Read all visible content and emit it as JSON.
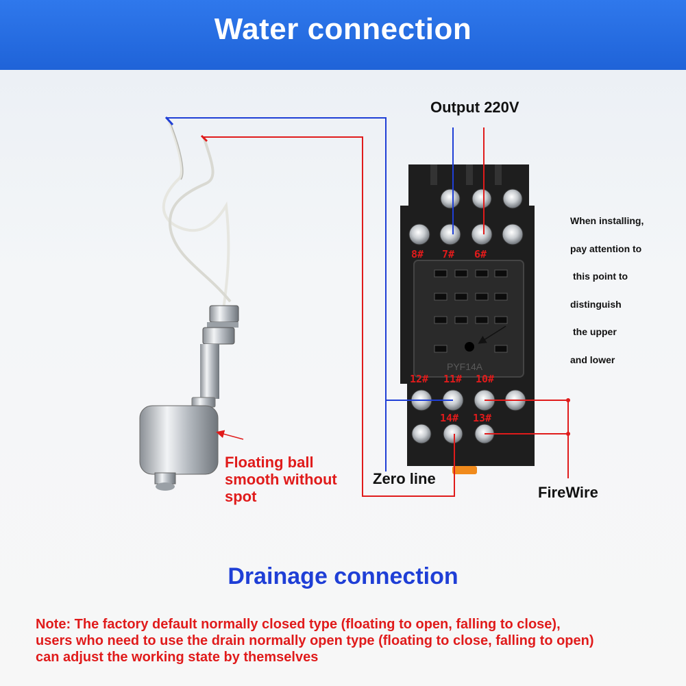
{
  "header": {
    "title": "Water connection"
  },
  "labels": {
    "output": "Output 220V",
    "zero_line": "Zero line",
    "firewire": "FireWire",
    "floating_ball": [
      "Floating ball",
      "smooth without",
      "spot"
    ]
  },
  "install_note": [
    "When installing,",
    "pay attention to",
    "this point to",
    "distinguish",
    "the upper",
    "and lower"
  ],
  "terminals": {
    "t8": "8#",
    "t7": "7#",
    "t6": "6#",
    "t12": "12#",
    "t11": "11#",
    "t10": "10#",
    "t14": "14#",
    "t13": "13#"
  },
  "socket_marking": "PYF14A",
  "drainage": {
    "title": "Drainage connection"
  },
  "note_lines": [
    "Note: The factory default normally closed type (floating to open, falling to close),",
    "users who need to use the drain normally open type (floating to close, falling to open)",
    "can adjust the working state by themselves"
  ],
  "colors": {
    "banner": "#2f78ec",
    "neutral_wire": "#1f3fd6",
    "live_wire": "#e01b1b",
    "socket_body": "#1e1e1e"
  }
}
